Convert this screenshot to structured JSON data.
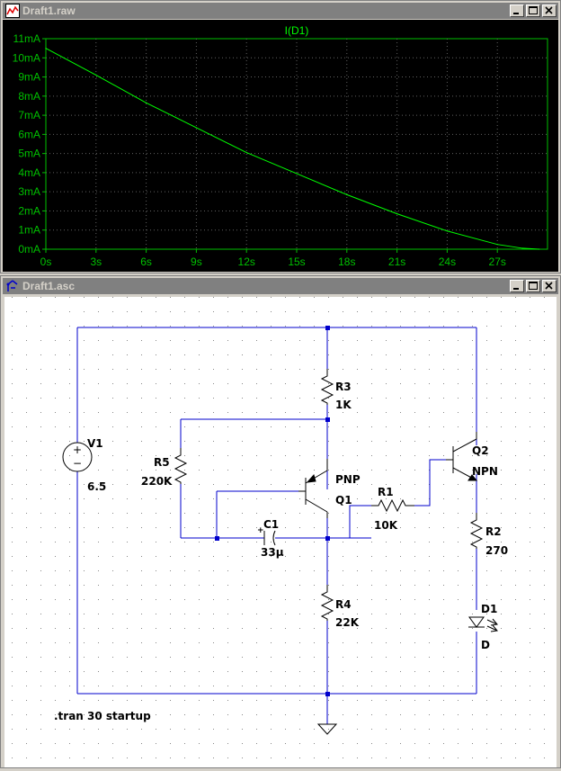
{
  "plot_window": {
    "title": "Draft1.raw"
  },
  "schematic_window": {
    "title": "Draft1.asc"
  },
  "window_buttons": [
    "minimize-icon",
    "maximize-icon",
    "close-icon"
  ],
  "chart_data": {
    "type": "line",
    "title": "I(D1)",
    "xlabel": "",
    "ylabel": "",
    "xlim": [
      0,
      30
    ],
    "ylim": [
      0,
      11
    ],
    "x_ticks": [
      "0s",
      "3s",
      "6s",
      "9s",
      "12s",
      "15s",
      "18s",
      "21s",
      "24s",
      "27s"
    ],
    "y_ticks": [
      "0mA",
      "1mA",
      "2mA",
      "3mA",
      "4mA",
      "5mA",
      "6mA",
      "7mA",
      "8mA",
      "9mA",
      "10mA",
      "11mA"
    ],
    "grid": true,
    "series": [
      {
        "color": "#00ff00",
        "x": [
          0,
          3,
          6,
          9,
          12,
          15,
          18,
          21,
          24,
          27,
          28.5,
          29.5
        ],
        "y": [
          10.5,
          9.1,
          7.65,
          6.35,
          5.05,
          3.95,
          2.85,
          1.85,
          0.95,
          0.25,
          0.05,
          0.0
        ]
      }
    ],
    "colors": {
      "background": "#000000",
      "axis": "#00c000",
      "trace": "#00ff00",
      "grid": "#606060"
    }
  },
  "schematic": {
    "components": {
      "v1": {
        "ref": "V1",
        "value": "6.5"
      },
      "r3": {
        "ref": "R3",
        "value": "1K"
      },
      "r5": {
        "ref": "R5",
        "value": "220K"
      },
      "q1": {
        "ref": "Q1",
        "value": "PNP"
      },
      "c1": {
        "ref": "C1",
        "value": "33µ"
      },
      "r1": {
        "ref": "R1",
        "value": "10K"
      },
      "q2": {
        "ref": "Q2",
        "value": "NPN"
      },
      "r2": {
        "ref": "R2",
        "value": "270"
      },
      "d1": {
        "ref": "D1",
        "value": "D"
      },
      "r4": {
        "ref": "R4",
        "value": "22K"
      }
    },
    "directive": ".tran 30 startup",
    "colors": {
      "wire": "#0000cc",
      "text": "#000000",
      "grid_dot": "#888888"
    }
  }
}
